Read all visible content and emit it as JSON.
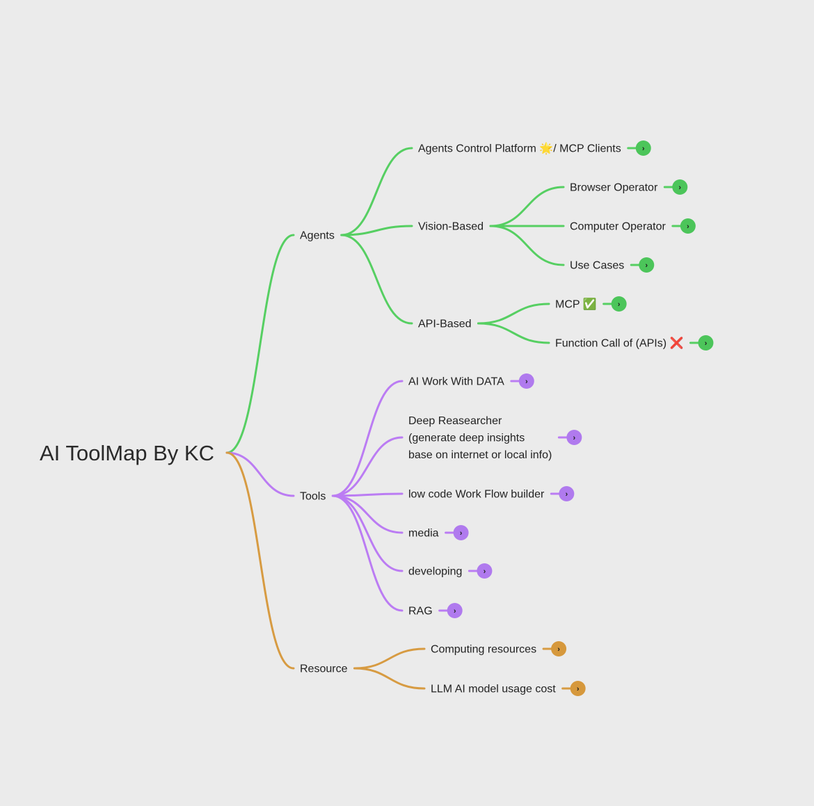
{
  "colors": {
    "background": "#ebebeb",
    "agents": "#56cf62",
    "agents_button": "#4cc55a",
    "tools": "#bb7cf3",
    "tools_button": "#b07aee",
    "resource": "#d79b42",
    "resource_button": "#d6983c"
  },
  "root": {
    "label": "AI ToolMap By KC"
  },
  "branches": [
    {
      "id": "agents",
      "label": "Agents",
      "color_key": "agents",
      "children": [
        {
          "id": "agents-control-platform",
          "lines": [
            "Agents Control Platform 🌟/ MCP Clients"
          ],
          "expand_icon": "chevron-right-icon"
        },
        {
          "id": "vision-based",
          "lines": [
            "Vision-Based"
          ],
          "children": [
            {
              "id": "browser-operator",
              "lines": [
                "Browser Operator"
              ],
              "expand_icon": "chevron-right-icon"
            },
            {
              "id": "computer-operator",
              "lines": [
                "Computer Operator"
              ],
              "expand_icon": "chevron-right-icon"
            },
            {
              "id": "use-cases",
              "lines": [
                "Use Cases"
              ],
              "expand_icon": "chevron-right-icon"
            }
          ]
        },
        {
          "id": "api-based",
          "lines": [
            "API-Based"
          ],
          "children": [
            {
              "id": "mcp",
              "lines": [
                "MCP ✅"
              ],
              "expand_icon": "chevron-right-icon"
            },
            {
              "id": "function-call",
              "lines": [
                "Function Call of  (APIs) ❌"
              ],
              "expand_icon": "chevron-right-icon"
            }
          ]
        }
      ]
    },
    {
      "id": "tools",
      "label": "Tools",
      "color_key": "tools",
      "children": [
        {
          "id": "ai-work-with-data",
          "lines": [
            "AI Work With DATA"
          ],
          "expand_icon": "chevron-right-icon"
        },
        {
          "id": "deep-researcher",
          "lines": [
            "Deep Reasearcher",
            "(generate deep insights",
            "base on internet or local info)"
          ],
          "expand_icon": "chevron-right-icon"
        },
        {
          "id": "low-code-workflow",
          "lines": [
            "low code Work Flow builder"
          ],
          "expand_icon": "chevron-right-icon"
        },
        {
          "id": "media",
          "lines": [
            "media"
          ],
          "expand_icon": "chevron-right-icon"
        },
        {
          "id": "developing",
          "lines": [
            "developing"
          ],
          "expand_icon": "chevron-right-icon"
        },
        {
          "id": "rag",
          "lines": [
            "RAG"
          ],
          "expand_icon": "chevron-right-icon"
        }
      ]
    },
    {
      "id": "resource",
      "label": "Resource",
      "color_key": "resource",
      "children": [
        {
          "id": "computing-resources",
          "lines": [
            "Computing resources"
          ],
          "expand_icon": "chevron-right-icon"
        },
        {
          "id": "llm-usage-cost",
          "lines": [
            "LLM AI model usage cost"
          ],
          "expand_icon": "chevron-right-icon"
        }
      ]
    }
  ]
}
